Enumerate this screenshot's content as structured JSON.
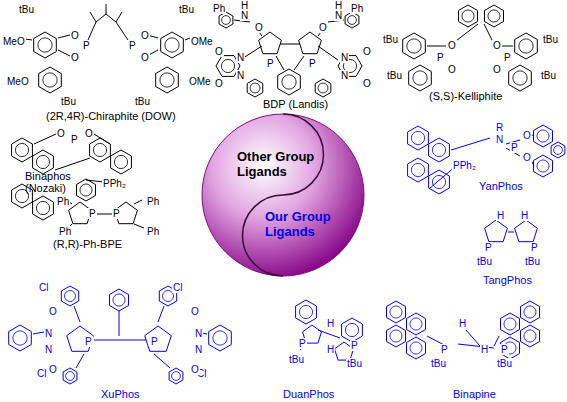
{
  "diagram": {
    "nodes": [
      {
        "text": [
          "Other Group Ligands",
          "Our Group Ligands"
        ]
      }
    ],
    "labels": [
      "(2R,4R)-Chiraphite (DOW)",
      "BDP (Landis)",
      "(S,S)-Kelliphite",
      "Binaphos (Nozaki)",
      "(R,R)-Ph-BPE",
      "tBu",
      "tBu",
      "O",
      "P",
      "O",
      "O",
      "P",
      "O",
      "MeO",
      "OMe",
      "MeO",
      "OMe",
      "tBu",
      "tBu",
      "Ph",
      "H",
      "N",
      "O",
      "N",
      "N",
      "O",
      "O",
      "P",
      "P",
      "N",
      "N",
      "O",
      "O",
      "O",
      "H",
      "N",
      "Ph",
      "O",
      "P",
      "O",
      "O",
      "P",
      "O",
      "tBu",
      "tBu",
      "tBu",
      "tBu",
      "O",
      "P",
      "O",
      "PPh₂",
      "Ph",
      "Ph",
      "P",
      "P",
      "Ph",
      "Ph",
      "YanPhos",
      "TangPhos",
      "XuPhos",
      "DuanPhos",
      "Binapine",
      "R",
      "N",
      "P",
      "O",
      "O",
      "PPh₂",
      "H",
      "H",
      "P",
      "P",
      "tBu",
      "tBu",
      "Cl",
      "Cl",
      "Cl",
      "Cl",
      "O",
      "N",
      "N",
      "O",
      "P",
      "P",
      "N",
      "N",
      "O",
      "O",
      "P",
      "H",
      "H",
      "P",
      "tBu",
      "tBu",
      "H",
      "H",
      "P",
      "P",
      "tBu",
      "tBu"
    ]
  }
}
